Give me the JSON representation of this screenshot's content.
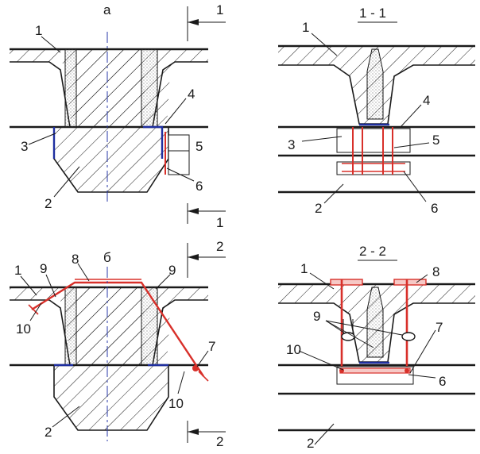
{
  "panels": {
    "a": {
      "title": "а"
    },
    "b": {
      "title": "б"
    },
    "s11": {
      "title": "1 - 1"
    },
    "s22": {
      "title": "2 - 2"
    }
  },
  "section_marks": {
    "one": "1",
    "two": "2"
  },
  "callouts": {
    "a": [
      "1",
      "2",
      "3",
      "4",
      "5",
      "6"
    ],
    "b": [
      "1",
      "2",
      "7",
      "8",
      "9",
      "9",
      "10",
      "10"
    ],
    "s11": [
      "1",
      "2",
      "3",
      "4",
      "5",
      "6"
    ],
    "s22": [
      "1",
      "2",
      "6",
      "7",
      "8",
      "9",
      "10"
    ]
  },
  "colors": {
    "line": "#1a1a1a",
    "repair_steel": "#d8302a",
    "weld": "#1f2fa0",
    "axis": "#2a3aa8"
  }
}
